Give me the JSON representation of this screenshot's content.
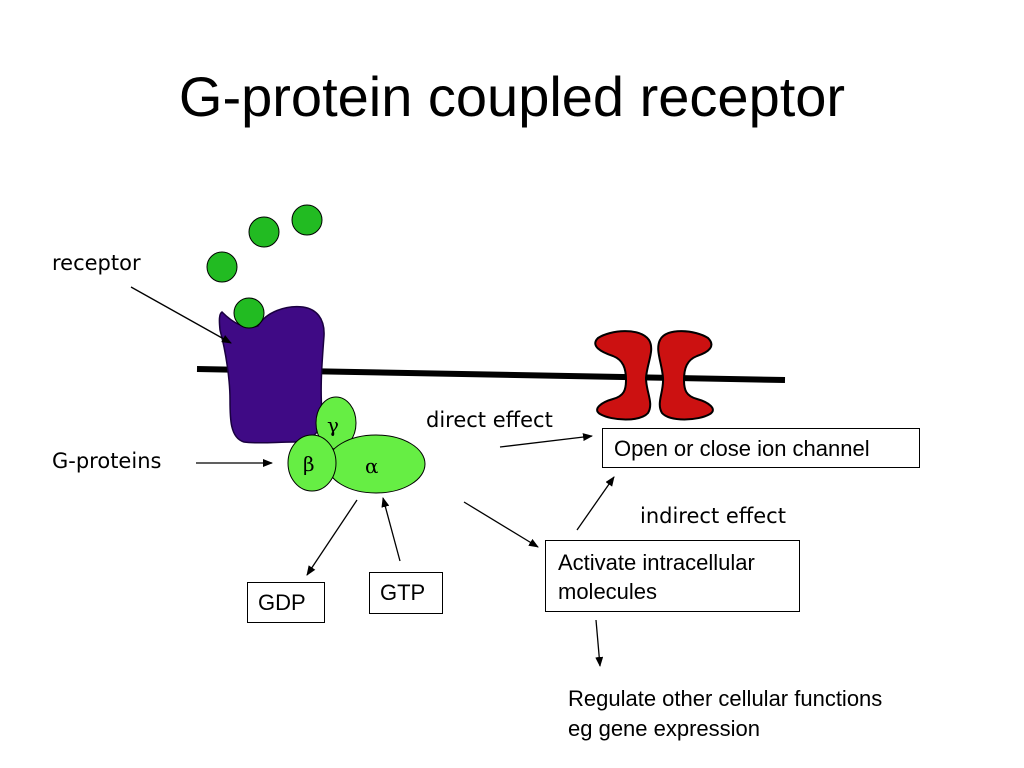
{
  "title": "G-protein coupled receptor",
  "labels": {
    "receptor": "receptor",
    "g_proteins": "G-proteins",
    "direct_effect": "direct effect",
    "indirect_effect": "indirect effect"
  },
  "subunits": {
    "gamma": "γ",
    "beta": "β",
    "alpha": "α"
  },
  "boxes": {
    "ion_channel": "Open or close ion channel",
    "activate_line1": "Activate intracellular",
    "activate_line2": "molecules",
    "gdp": "GDP",
    "gtp": "GTP"
  },
  "regulate": {
    "line1": "Regulate other cellular functions",
    "line2": "eg gene expression"
  },
  "colors": {
    "ligand": "#22bb22",
    "receptor": "#3f0a85",
    "g_protein": "#66ee44",
    "ion_channel": "#cc1111",
    "membrane": "#000000"
  }
}
